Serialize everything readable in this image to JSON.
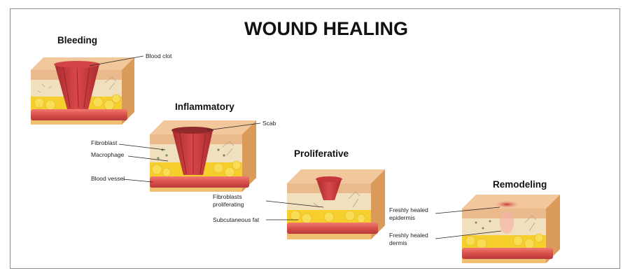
{
  "title": "WOUND HEALING",
  "stages": [
    {
      "name": "Bleeding",
      "labels": [
        "Blood clot"
      ]
    },
    {
      "name": "Inflammatory",
      "labels": [
        "Scab",
        "Fibroblast",
        "Macrophage",
        "Blood vessel"
      ]
    },
    {
      "name": "Proliferative",
      "labels": [
        "Fibroblasts",
        "proliferating",
        "Subcutaneous fat"
      ]
    },
    {
      "name": "Remodeling",
      "labels": [
        "Freshly healed",
        "epidermis",
        "Freshly healed",
        "dermis"
      ]
    }
  ],
  "colors": {
    "epidermis": "#f2c79c",
    "dermis": "#f1e0bd",
    "fat": "#f6cf2d",
    "vessel": "#d8504a",
    "wound": "#c5373a",
    "front_shade": "#e2a06e",
    "side_shade": "#d99a5a"
  }
}
